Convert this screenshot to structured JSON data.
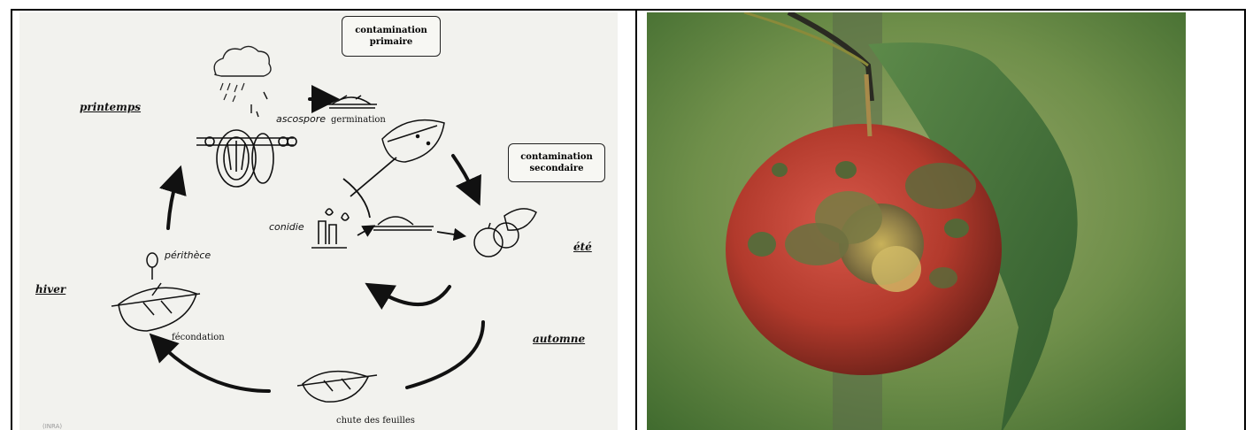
{
  "diagram": {
    "season_spring": "printemps",
    "season_summer": "été",
    "season_autumn": "automne",
    "season_winter": "hiver",
    "box_primary_line1": "contamination",
    "box_primary_line2": "primaire",
    "box_secondary_line1": "contamination",
    "box_secondary_line2": "secondaire",
    "label_ascospore": "ascospore",
    "label_germination": "germination",
    "label_conidie": "conidie",
    "label_perithece": "périthèce",
    "label_fecondation": "fécondation",
    "label_chute": "chute des feuilles",
    "credit": "(INRA)"
  },
  "photo": {
    "subject": "apple-with-scab-lesions"
  }
}
